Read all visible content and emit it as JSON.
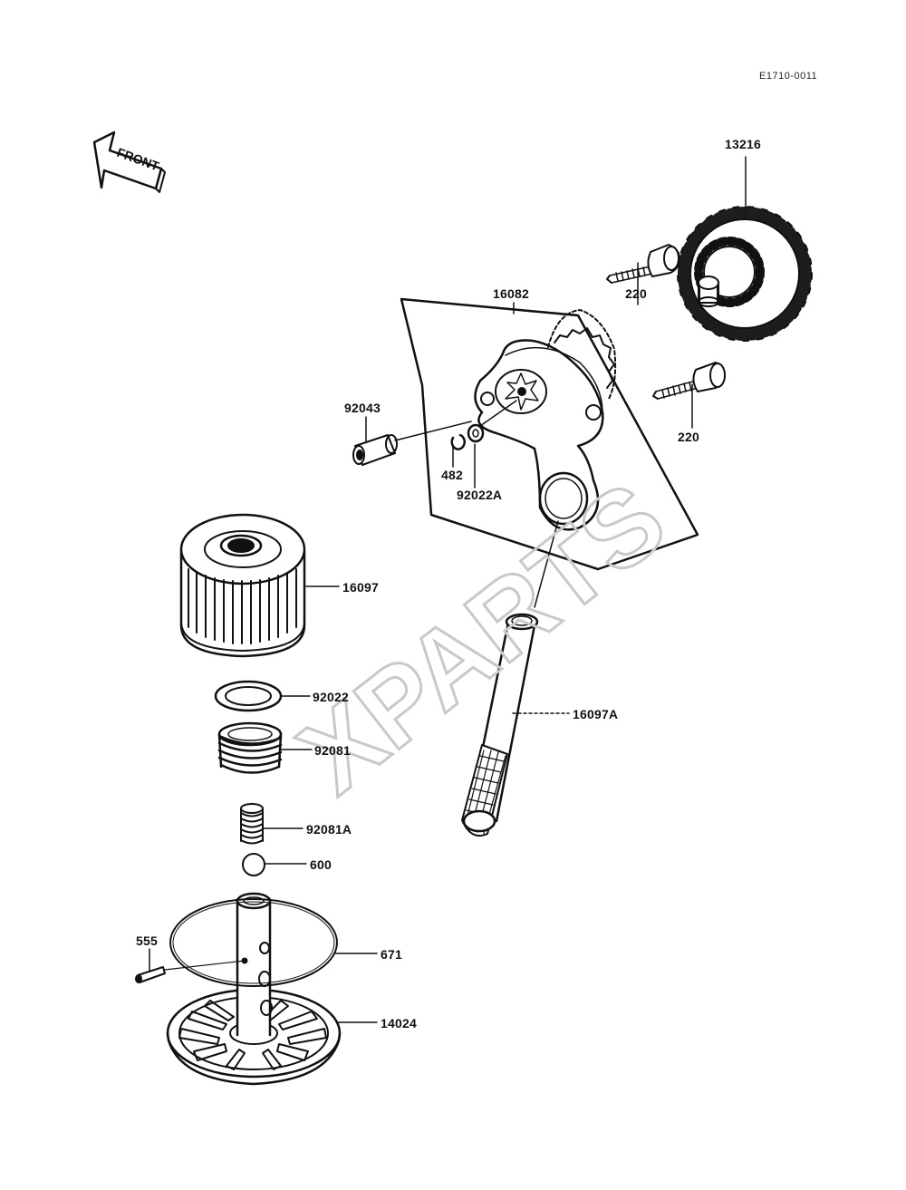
{
  "diagram_code": "E1710-0011",
  "front_label": "FRONT",
  "watermark": "XPARTS",
  "parts": [
    {
      "id": "p13216",
      "number": "13216"
    },
    {
      "id": "p16082",
      "number": "16082"
    },
    {
      "id": "p220a",
      "number": "220"
    },
    {
      "id": "p220b",
      "number": "220"
    },
    {
      "id": "p92043",
      "number": "92043"
    },
    {
      "id": "p482",
      "number": "482"
    },
    {
      "id": "p92022a",
      "number": "92022A"
    },
    {
      "id": "p16097",
      "number": "16097"
    },
    {
      "id": "p92022",
      "number": "92022"
    },
    {
      "id": "p92081",
      "number": "92081"
    },
    {
      "id": "p16097a",
      "number": "16097A"
    },
    {
      "id": "p92081a",
      "number": "92081A"
    },
    {
      "id": "p600",
      "number": "600"
    },
    {
      "id": "p555",
      "number": "555"
    },
    {
      "id": "p671",
      "number": "671"
    },
    {
      "id": "p14024",
      "number": "14024"
    }
  ]
}
